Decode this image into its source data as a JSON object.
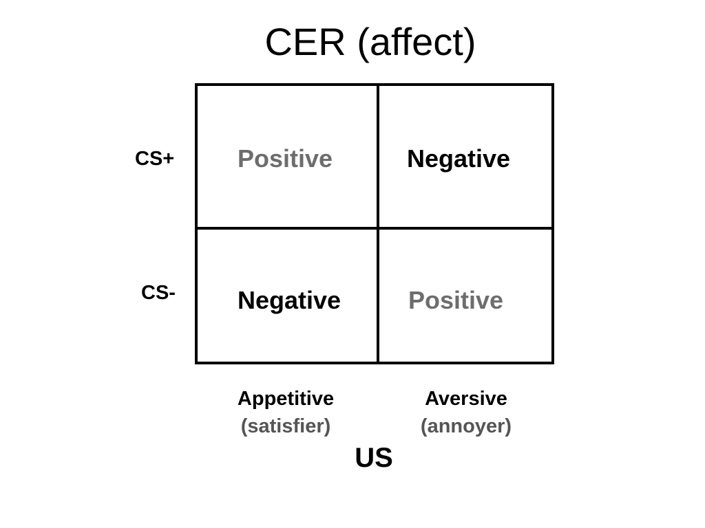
{
  "title": "CER (affect)",
  "rows": {
    "cs_plus": "CS+",
    "cs_minus": "CS-"
  },
  "cells": {
    "cs_plus_appetitive": "Positive",
    "cs_plus_aversive": "Negative",
    "cs_minus_appetitive": "Negative",
    "cs_minus_aversive": "Positive"
  },
  "columns": {
    "appetitive": {
      "label": "Appetitive",
      "sub": "(satisfier)"
    },
    "aversive": {
      "label": "Aversive",
      "sub": "(annoyer)"
    }
  },
  "axis_label": "US",
  "colors": {
    "positive_text": "#6d6d6d",
    "negative_text": "#000000",
    "grid_lines": "#000000"
  }
}
